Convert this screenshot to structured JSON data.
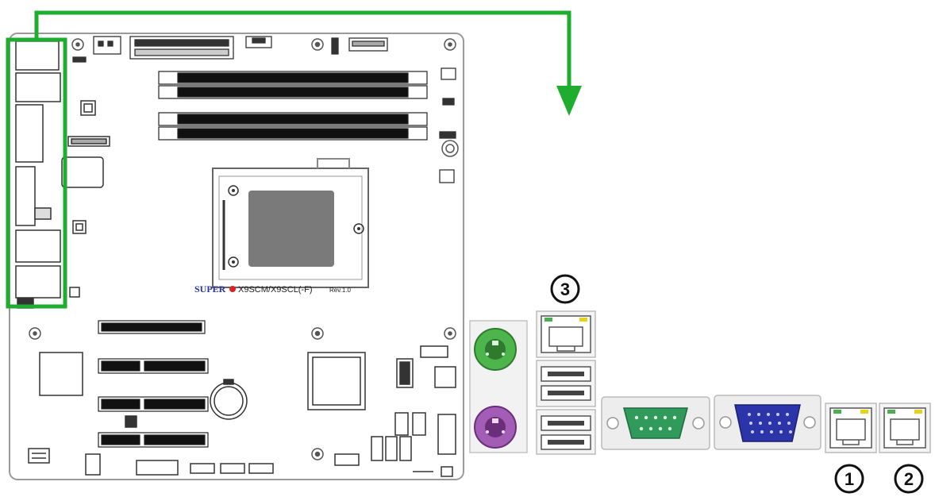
{
  "board": {
    "brand": "SUPER",
    "model": "X9SCM/X9SCL(-F)",
    "revision": "Rev.1.0"
  },
  "callouts": [
    {
      "label": "1",
      "target": "lan-port-1"
    },
    {
      "label": "2",
      "target": "lan-port-2"
    },
    {
      "label": "3",
      "target": "ipmi-lan-port"
    }
  ],
  "colors": {
    "highlight": "#1fad2f",
    "ps2_mouse": "#49b84a",
    "ps2_keyboard": "#a35cb5",
    "com_port": "#2f9a5a",
    "vga_port": "#2b34a8",
    "led_green": "#4caf50",
    "led_amber": "#e8d21a"
  }
}
